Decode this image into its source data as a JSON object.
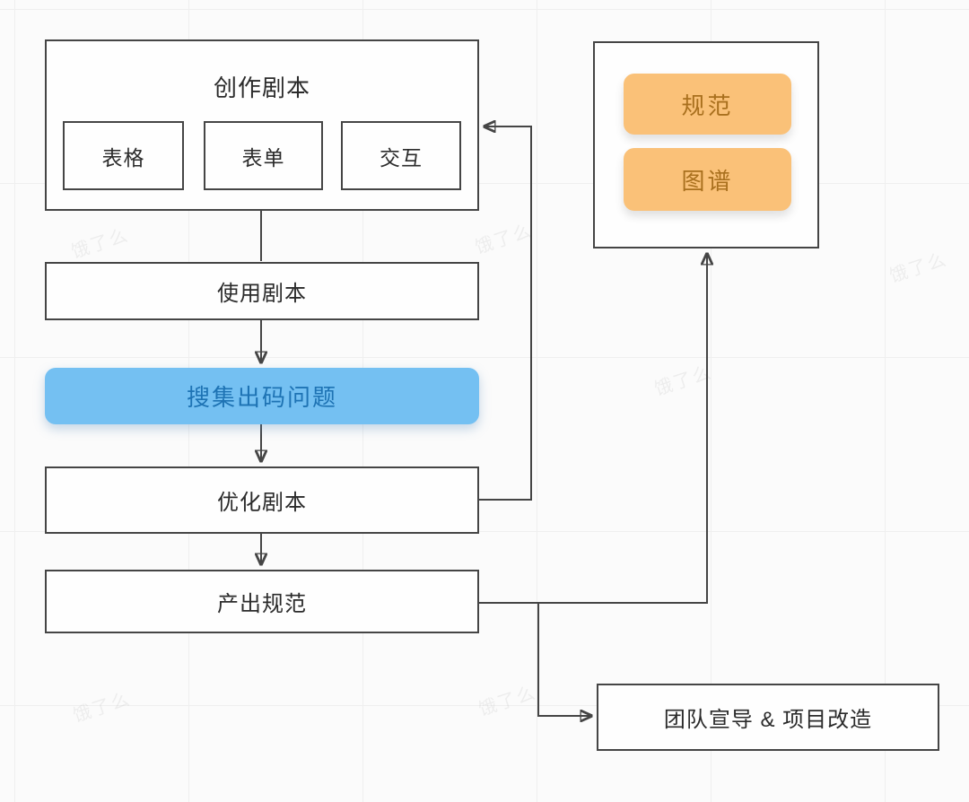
{
  "diagram": {
    "create_group": {
      "title": "创作剧本",
      "items": [
        "表格",
        "表单",
        "交互"
      ]
    },
    "flow": {
      "use_script": "使用剧本",
      "collect_issues": "搜集出码问题",
      "optimize_script": "优化剧本",
      "produce_spec": "产出规范"
    },
    "artifacts": {
      "spec": "规范",
      "graph": "图谱"
    },
    "outcome": {
      "team": "团队宣导 & 项目改造"
    },
    "watermark": "饿了么",
    "colors": {
      "line": "#454545",
      "box_border": "#454545",
      "box_fill": "#fefefe",
      "blue_fill": "#74c0f2",
      "blue_text": "#1e73b4",
      "orange_fill": "#fac178",
      "orange_text": "#a9701e",
      "text": "#2b2b2b",
      "background": "#fbfbfb",
      "grid_line": "#efefef"
    }
  }
}
